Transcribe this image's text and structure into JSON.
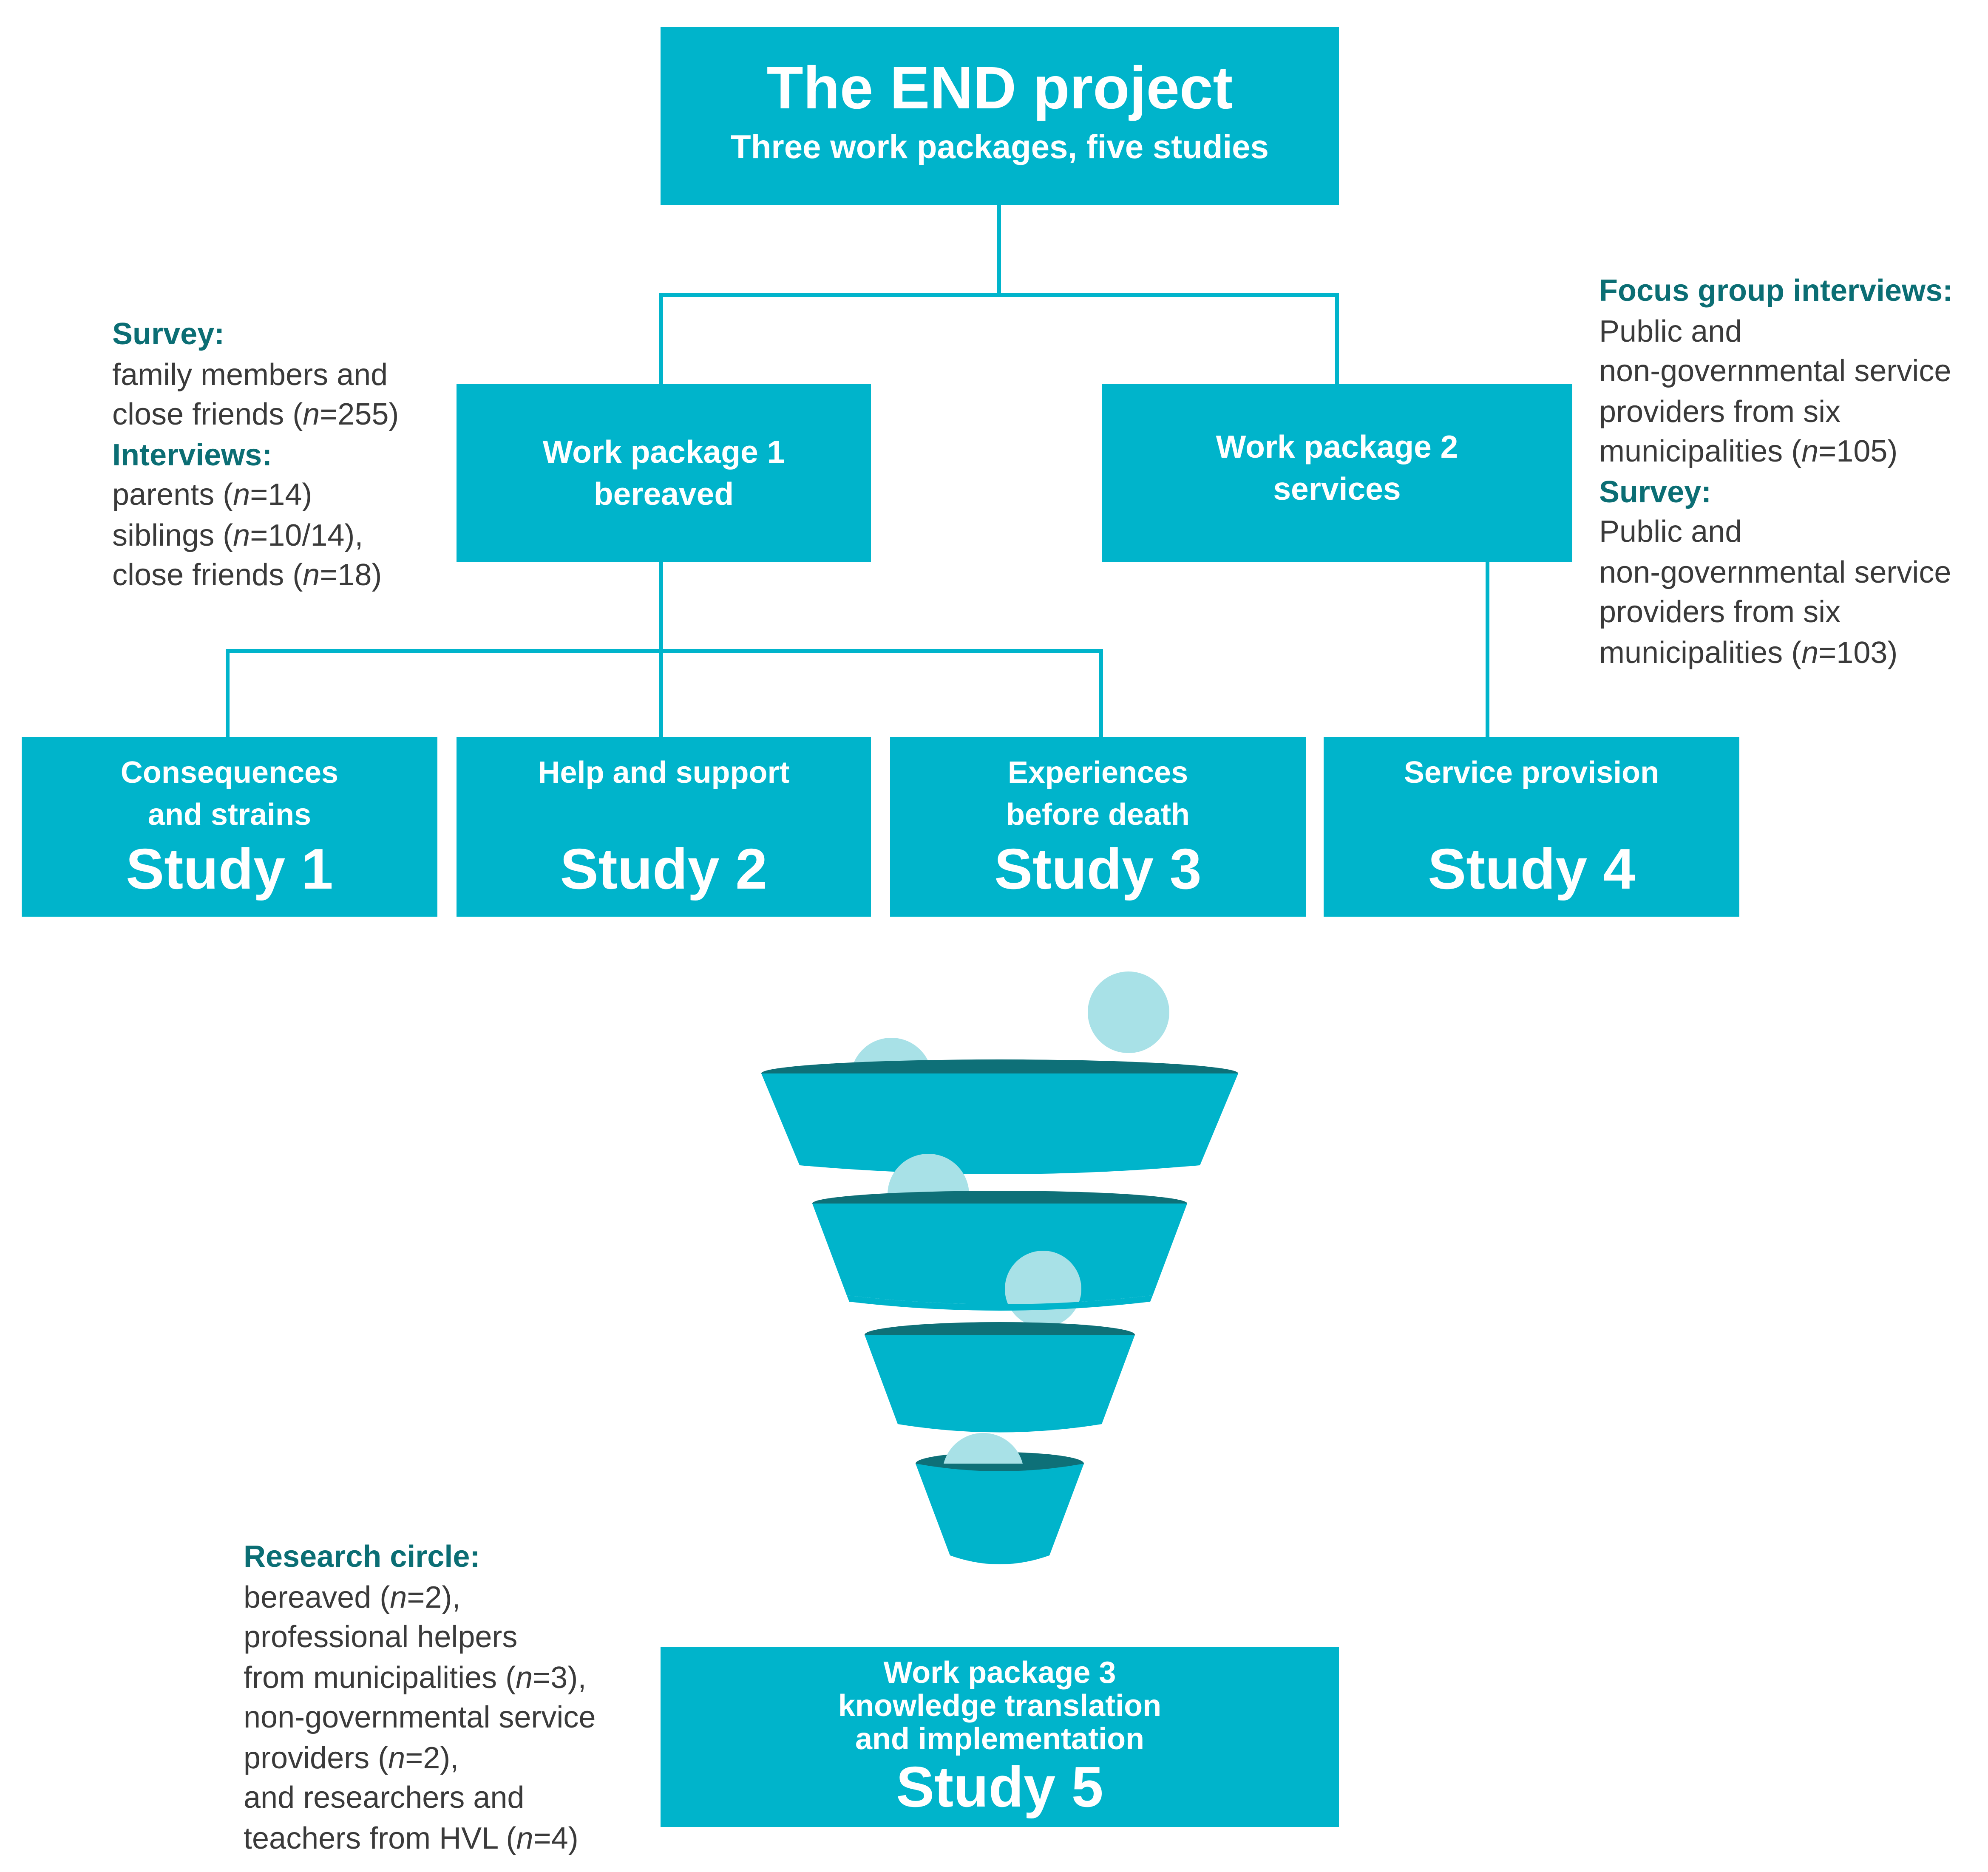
{
  "root": {
    "title": "The END project",
    "subtitle": "Three work packages, five studies"
  },
  "wp1": {
    "line1": "Work package 1",
    "line2": "bereaved"
  },
  "wp2": {
    "line1": "Work package 2",
    "line2": "services"
  },
  "studies": [
    {
      "line1": "Consequences",
      "line2": "and strains",
      "label": "Study 1"
    },
    {
      "line1": "Help and support",
      "line2": "",
      "label": "Study 2"
    },
    {
      "line1": "Experiences",
      "line2": "before death",
      "label": "Study 3"
    },
    {
      "line1": "Service provision",
      "line2": "",
      "label": "Study 4"
    }
  ],
  "wp3": {
    "line1": "Work package 3",
    "line2": "knowledge translation",
    "line3": "and implementation",
    "label": "Study 5"
  },
  "left_note": {
    "survey_head": "Survey:",
    "survey_l1": "family members and",
    "survey_l2_pre": "close friends (",
    "survey_l2_n": "n",
    "survey_l2_post": "=255)",
    "interviews_head": "Interviews:",
    "parents_pre": "parents (",
    "parents_n": "n",
    "parents_post": "=14)",
    "siblings_pre": "siblings (",
    "siblings_n": "n",
    "siblings_post": "=10/14),",
    "friends_pre": "close friends (",
    "friends_n": "n",
    "friends_post": "=18)"
  },
  "right_note": {
    "focus_head": "Focus group interviews:",
    "f_l1": "Public and",
    "f_l2": "non-governmental service",
    "f_l3": "providers from six",
    "f_l4_pre": "municipalities (",
    "f_l4_n": "n",
    "f_l4_post": "=105)",
    "survey_head": "Survey:",
    "s_l1": "Public and",
    "s_l2": "non-governmental service",
    "s_l3": "providers from six",
    "s_l4_pre": "municipalities (",
    "s_l4_n": "n",
    "s_l4_post": "=103)"
  },
  "bottom_note": {
    "head": "Research circle:",
    "l1_pre": "bereaved (",
    "l1_n": "n",
    "l1_post": "=2),",
    "l2": "professional helpers",
    "l3_pre": "from municipalities (",
    "l3_n": "n",
    "l3_post": "=3),",
    "l4": "non-governmental service",
    "l5_pre": "providers (",
    "l5_n": "n",
    "l5_post": "=2),",
    "l6": "and researchers and",
    "l7_pre": "teachers from HVL (",
    "l7_n": "n",
    "l7_post": "=4)"
  },
  "colors": {
    "box": "#00B4CB",
    "heading_text": "#0b6e74",
    "body_text": "#3a3a3a",
    "funnel_rim": "#0E7078",
    "bubble": "#A8E1E7"
  }
}
